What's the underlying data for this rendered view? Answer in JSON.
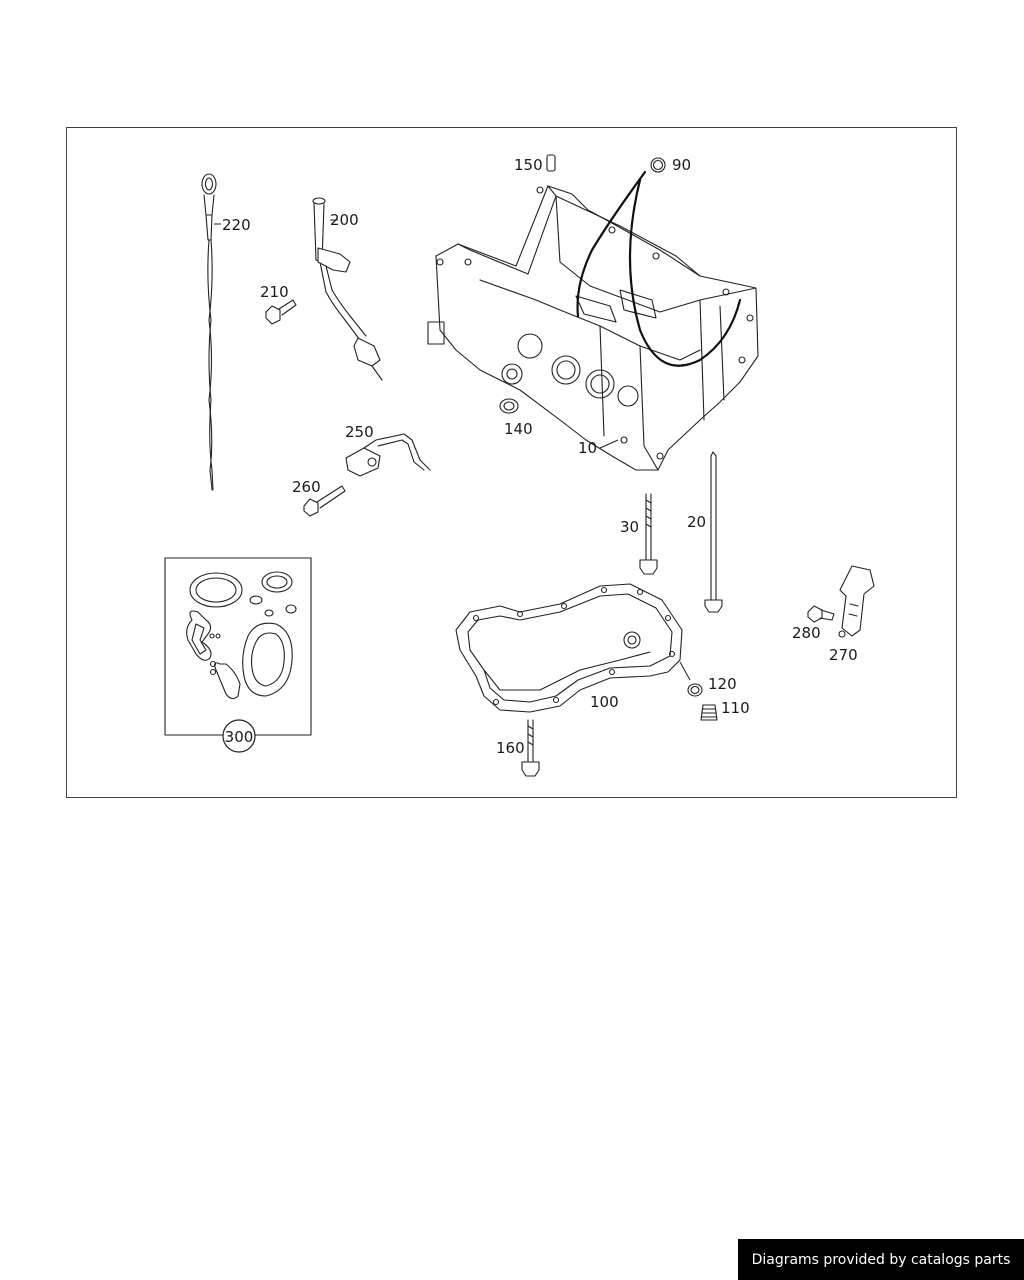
{
  "callouts": {
    "c10": "10",
    "c20": "20",
    "c30": "30",
    "c90": "90",
    "c100": "100",
    "c110": "110",
    "c120": "120",
    "c140": "140",
    "c150": "150",
    "c160": "160",
    "c200": "200",
    "c210": "210",
    "c220": "220",
    "c250": "250",
    "c260": "260",
    "c270": "270",
    "c280": "280",
    "c300": "300"
  },
  "footer": {
    "text": "Diagrams provided by catalogs parts"
  }
}
